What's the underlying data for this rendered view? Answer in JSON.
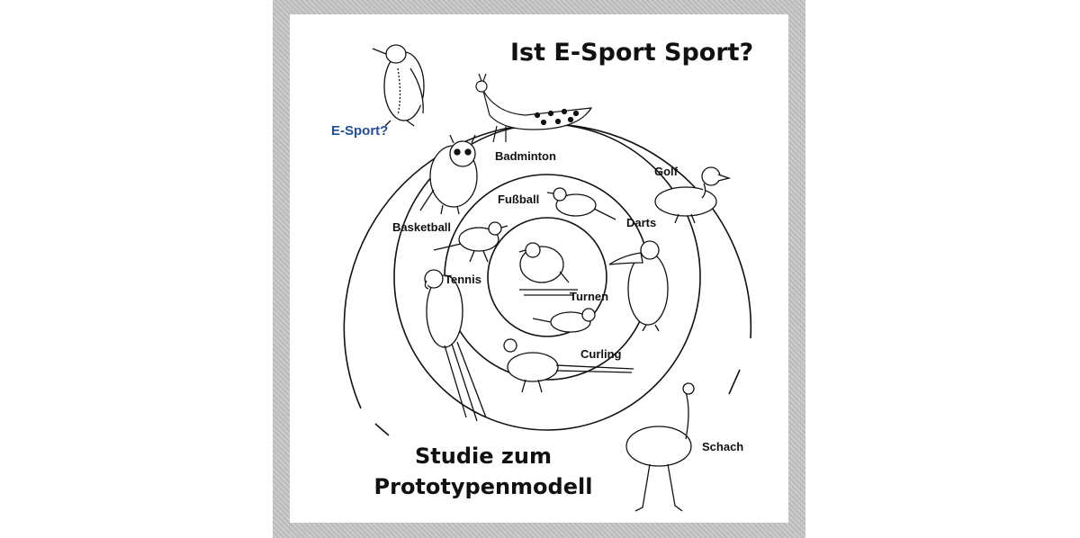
{
  "title": "Ist E-Sport Sport?",
  "subtitle_line1": "Studie zum",
  "subtitle_line2": "Prototypenmodell",
  "categories": {
    "esport": "E-Sport?",
    "badminton": "Badminton",
    "golf": "Golf",
    "fussball": "Fußball",
    "darts": "Darts",
    "basketball": "Basketball",
    "tennis": "Tennis",
    "turnen": "Turnen",
    "curling": "Curling",
    "schach": "Schach"
  },
  "colors": {
    "esport_label": "#1f4f9a",
    "ink": "#111111",
    "frame": "#c9c9c9"
  }
}
